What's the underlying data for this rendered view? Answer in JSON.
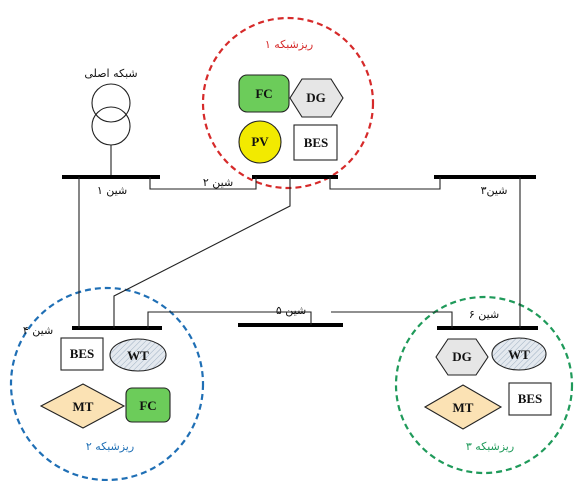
{
  "grid": {
    "label": "شبکه اصلی"
  },
  "buses": {
    "bus1": "شین ۱",
    "bus2": "شین ۲",
    "bus3": "شین۳",
    "bus4": "شین ۴",
    "bus5": "شین ۵",
    "bus6": "شین ۶"
  },
  "microgrids": {
    "mg1": {
      "title": "ریزشبکه ۱",
      "color": "#d62a2a",
      "components": {
        "fc": "FC",
        "dg": "DG",
        "pv": "PV",
        "bes": "BES"
      }
    },
    "mg2": {
      "title": "ریزشبکه ۲",
      "color": "#1f6fb5",
      "components": {
        "bes": "BES",
        "wt": "WT",
        "mt": "MT",
        "fc": "FC"
      }
    },
    "mg3": {
      "title": "ریزشبکه ۳",
      "color": "#1f9a5a",
      "components": {
        "dg": "DG",
        "wt": "WT",
        "mt": "MT",
        "bes": "BES"
      }
    }
  },
  "colors": {
    "fc_fill": "#6ccc5a",
    "pv_fill": "#f2ea00",
    "dg_fill": "#e6e6e6",
    "mt_fill": "#fbe2b4",
    "wt_fill": "#d6dde6",
    "bes_fill": "#ffffff"
  }
}
